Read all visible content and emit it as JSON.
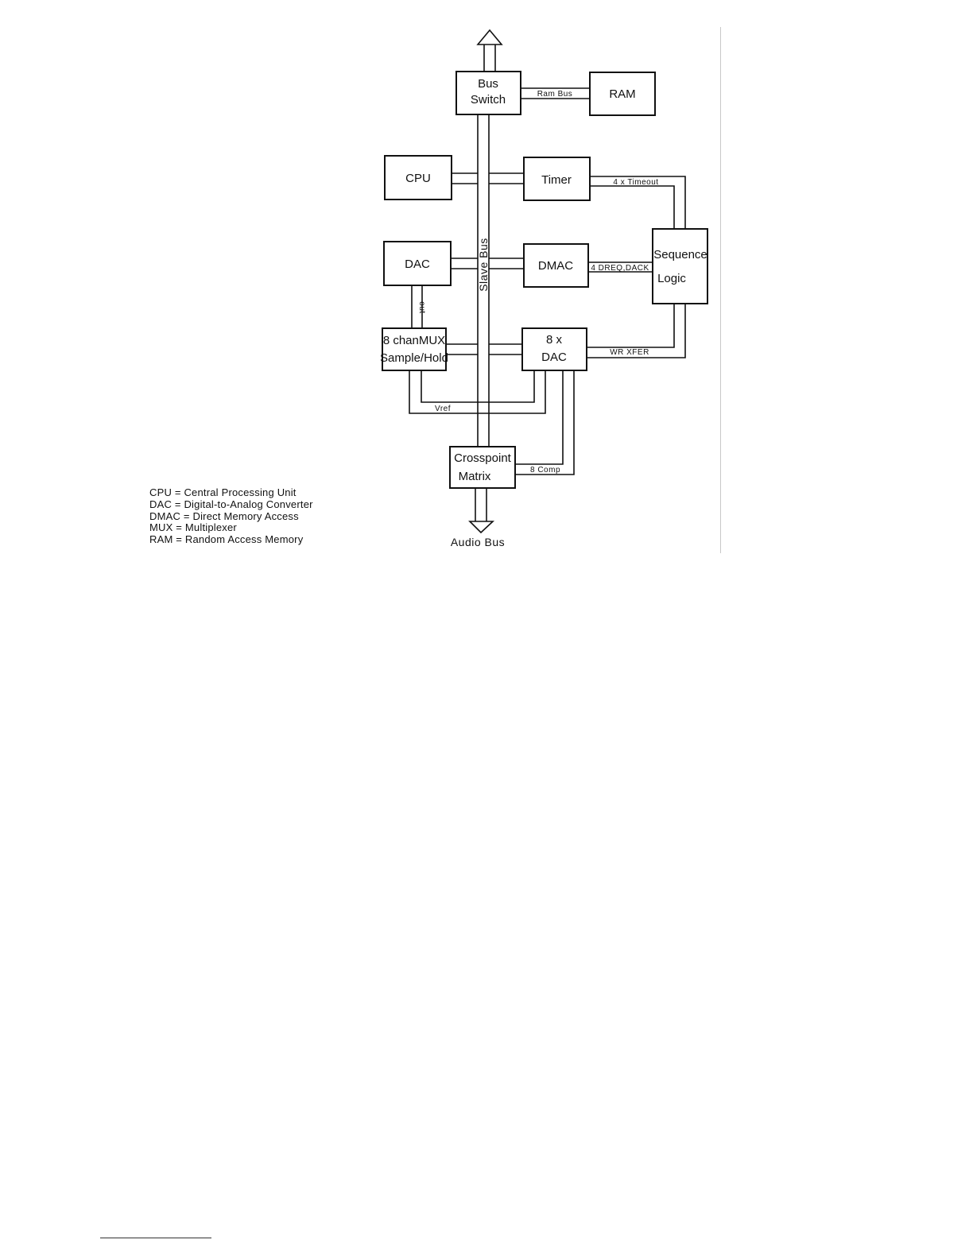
{
  "blocks": {
    "bus_switch": [
      "Bus",
      "Switch"
    ],
    "ram": "RAM",
    "cpu": "CPU",
    "timer": "Timer",
    "dac": "DAC",
    "dmac": "DMAC",
    "sequence_logic": [
      "Sequence",
      "Logic"
    ],
    "mux": [
      "8 chanMUX",
      "Sample/Hold"
    ],
    "dac8": [
      "8 x",
      "DAC"
    ],
    "crosspoint": [
      "Crosspoint",
      "Matrix"
    ]
  },
  "signals": {
    "ram_bus": "Ram Bus",
    "timeout": "4 x Timeout",
    "dreq_dack": "4 DREQ,DACK",
    "wr_xfer": "WR  XFER",
    "out": "out",
    "vref": "Vref",
    "comp": "8 Comp"
  },
  "buses": {
    "slave_bus": "Slave Bus",
    "audio_bus": "Audio Bus"
  },
  "legend": [
    "CPU = Central Processing Unit",
    "DAC = Digital-to-Analog Converter",
    "DMAC = Direct Memory Access",
    "MUX = Multiplexer",
    "RAM = Random Access Memory"
  ]
}
